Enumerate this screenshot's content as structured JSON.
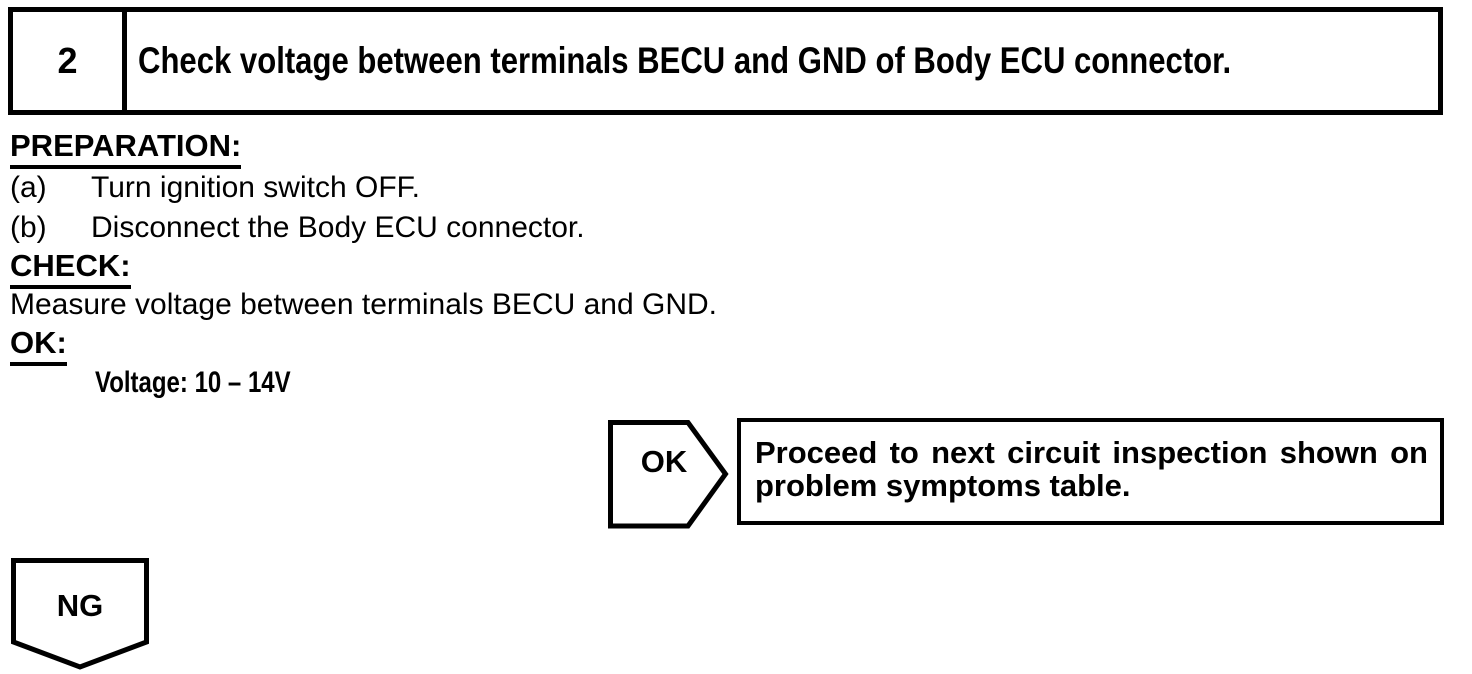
{
  "colors": {
    "ink": "#000000",
    "paper": "#ffffff"
  },
  "step_header": {
    "number": "2",
    "title": "Check voltage between terminals BECU and GND of Body ECU connector."
  },
  "procedure": {
    "preparation": {
      "heading": "PREPARATION:",
      "steps": [
        {
          "label": "(a)",
          "text": "Turn ignition switch OFF."
        },
        {
          "label": "(b)",
          "text": "Disconnect the Body ECU connector."
        }
      ]
    },
    "check": {
      "heading": "CHECK:",
      "text": "Measure voltage between terminals BECU and GND."
    },
    "ok_criteria": {
      "heading": "OK:",
      "value": "Voltage: 10 – 14V"
    }
  },
  "flowchart": {
    "ok_branch": {
      "label": "OK",
      "action_line1": "Proceed to next circuit inspection shown on",
      "action_line2": "problem symptoms table."
    },
    "ng_branch": {
      "label": "NG"
    }
  }
}
